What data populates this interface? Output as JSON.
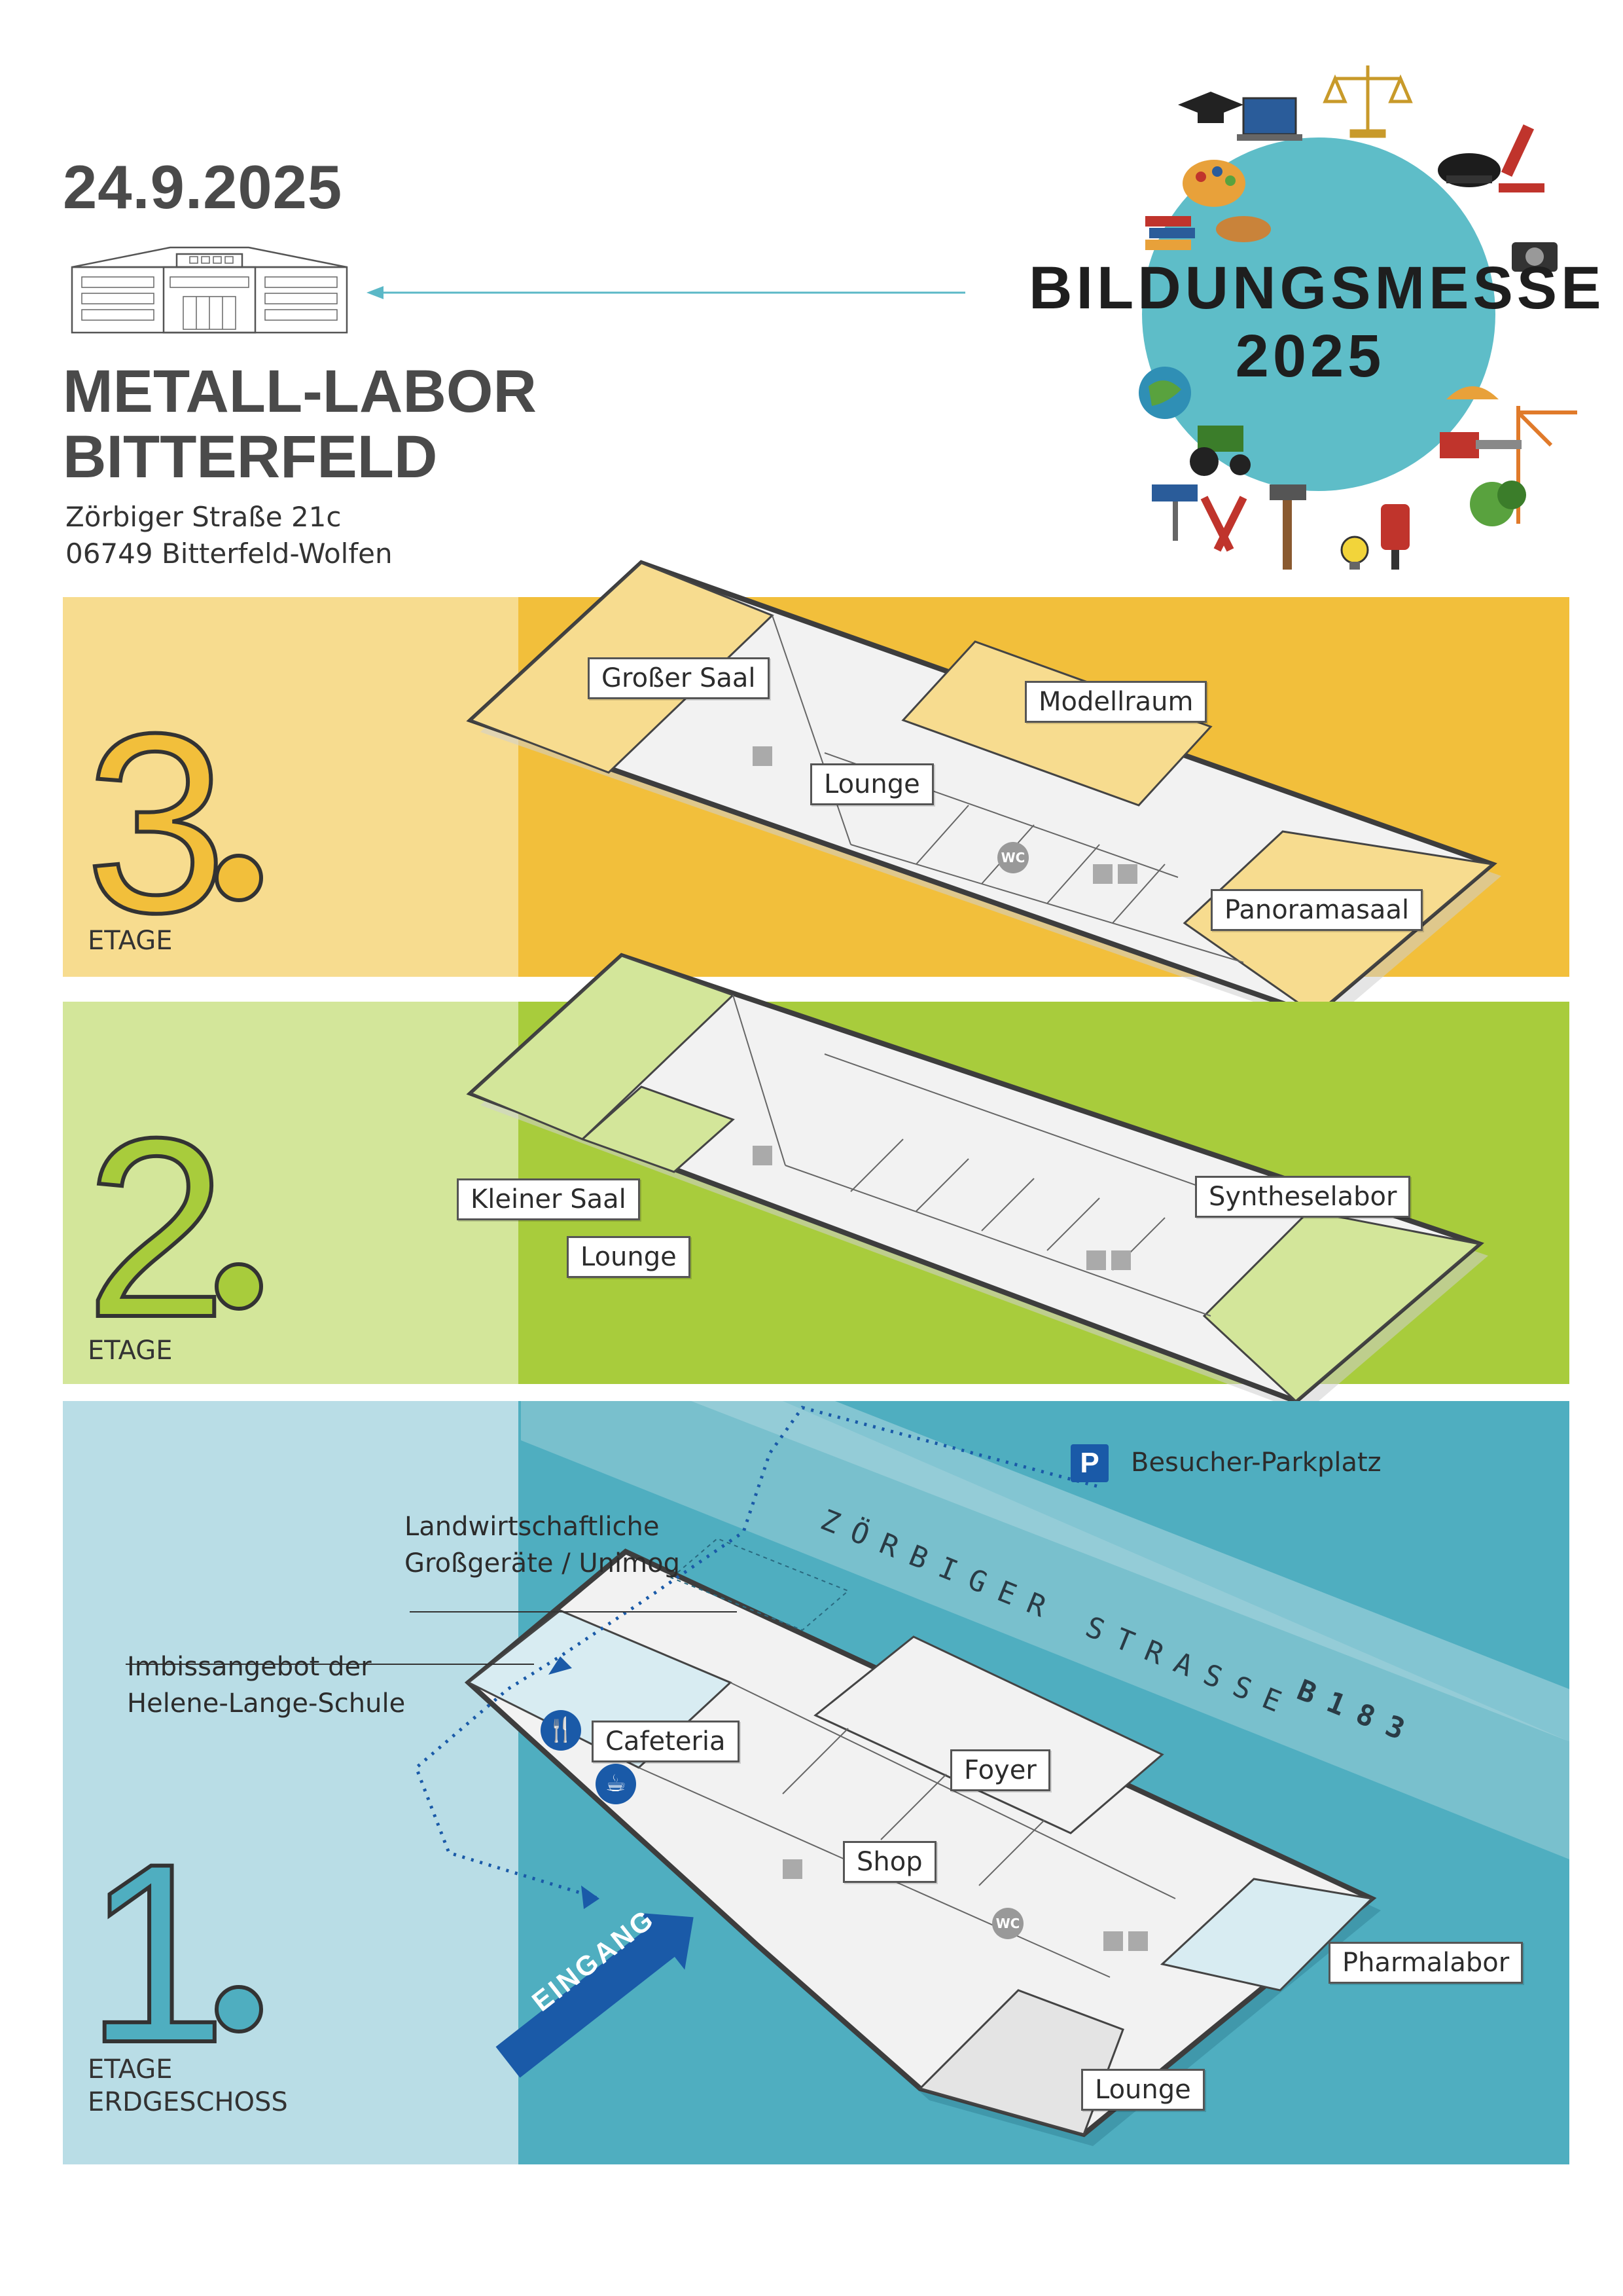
{
  "header": {
    "date": "24.9.2025",
    "venue_line1": "METALL-LABOR",
    "venue_line2": "BITTERFELD",
    "address_line1": "Zörbiger Straße 21c",
    "address_line2": "06749 Bitterfeld-Wolfen"
  },
  "brand": {
    "title": "BILDUNGSMESSE",
    "year": "2025",
    "globe_color": "#5ebdc8",
    "tool_icons": [
      "graduation-cap",
      "laptop",
      "scales",
      "police-cap",
      "microscope",
      "palette",
      "bread",
      "books",
      "camera",
      "globe",
      "tractor",
      "pliers",
      "paint-roller",
      "microphone",
      "light-bulb",
      "crane",
      "chainsaw",
      "cutlery",
      "helmet"
    ]
  },
  "floors": [
    {
      "number": "3",
      "caption": "ETAGE",
      "caption2": "",
      "light_color": "#f7dc8f",
      "dark_color": "#f2bf3b",
      "rooms": [
        "Großer Saal",
        "Modellraum",
        "Lounge",
        "Panoramasaal"
      ],
      "icons": [
        "stairs-icon",
        "wc-icon",
        "stairs-icon",
        "elevator-icon"
      ]
    },
    {
      "number": "2",
      "caption": "ETAGE",
      "caption2": "",
      "light_color": "#d3e69a",
      "dark_color": "#a8cc3c",
      "rooms": [
        "Kleiner Saal",
        "Lounge",
        "Syntheselabor"
      ],
      "icons": [
        "stairs-icon",
        "stairs-icon",
        "elevator-icon"
      ]
    },
    {
      "number": "1",
      "caption": "ETAGE",
      "caption2": "ERDGESCHOSS",
      "light_color": "#b9dde6",
      "dark_color": "#4faec0",
      "rooms": [
        "Cafeteria",
        "Foyer",
        "Shop",
        "Pharmalabor",
        "Lounge"
      ],
      "annotations": [
        "Landwirtschaftliche",
        "Großgeräte / Unimog",
        "Imbissangebot der",
        "Helene-Lange-Schule"
      ],
      "parking_badge": "P",
      "parking": "Besucher-Parkplatz",
      "street": "ZÖRBIGER STRASSE",
      "road_number": "B183",
      "entrance": "EINGANG",
      "icons": [
        "cutlery-icon",
        "coffee-icon",
        "stairs-icon",
        "wc-icon",
        "stairs-icon",
        "elevator-icon"
      ]
    }
  ]
}
